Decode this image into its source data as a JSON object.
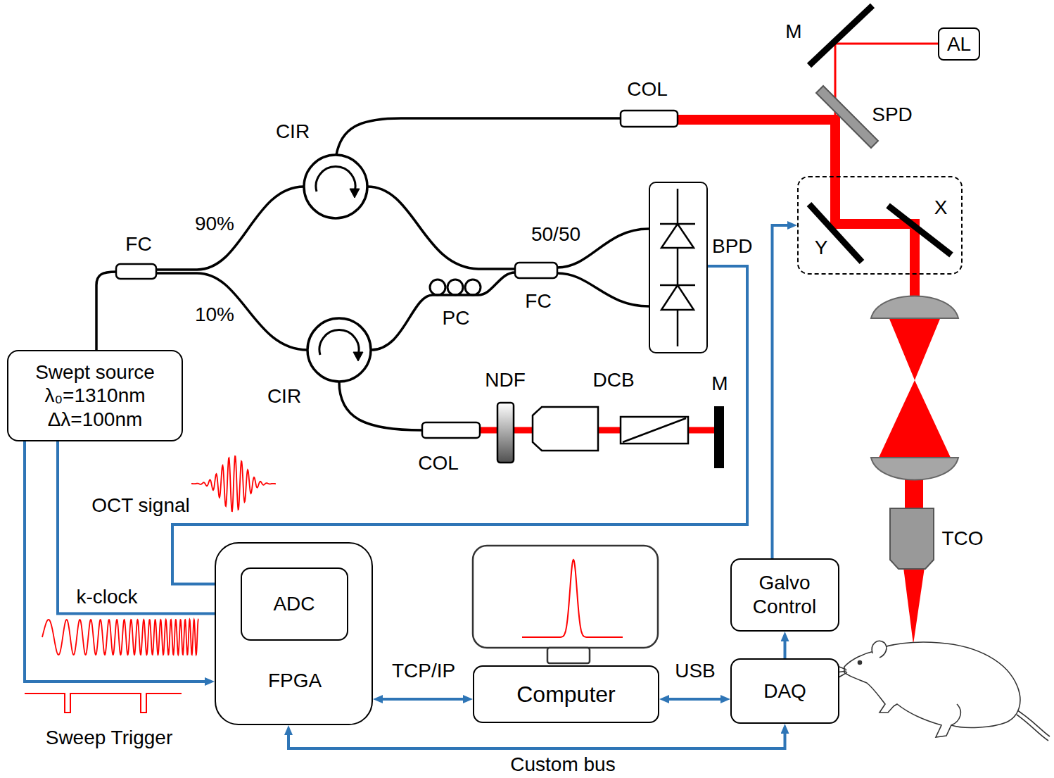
{
  "diagram": {
    "nodes": [
      {
        "text": [
          "AL"
        ]
      },
      {
        "text": [
          "Y",
          "X"
        ]
      },
      {
        "text": [
          "BPD"
        ]
      },
      {
        "text": [
          "Swept source",
          "λ₀=1310nm",
          "Δλ=100nm"
        ]
      },
      {
        "text": [
          "Galvo Control"
        ]
      },
      {
        "text": [
          "FPGA"
        ]
      },
      {
        "text": [
          "ADC"
        ],
        "in": 5
      },
      {
        "text": [
          "Computer"
        ]
      },
      {
        "text": [
          "DAQ"
        ]
      }
    ],
    "edges": [
      {
        "from": 3,
        "to": 5,
        "arrow": "to",
        "label": "Sweep Trigger"
      },
      {
        "from": 3,
        "to": 6,
        "arrow": "to",
        "label": "k-clock"
      },
      {
        "from": 2,
        "to": 6,
        "arrow": "to",
        "label": "OCT signal"
      },
      {
        "from": 5,
        "to": 7,
        "arrow": "both",
        "label": "TCP/IP"
      },
      {
        "from": 7,
        "to": 8,
        "arrow": "both",
        "label": "USB"
      },
      {
        "from": 8,
        "to": 4,
        "arrow": "to"
      },
      {
        "from": 4,
        "to": 1,
        "arrow": "to"
      },
      {
        "from": 5,
        "to": 8,
        "arrow": "both",
        "label": "Custom bus"
      }
    ],
    "labels": [
      "M",
      "COL",
      "SPD",
      "CIR",
      "90%",
      "50/50",
      "FC",
      "10%",
      "FC",
      "PC",
      "CIR",
      "NDF",
      "DCB",
      "M",
      "COL",
      "TCO"
    ]
  }
}
